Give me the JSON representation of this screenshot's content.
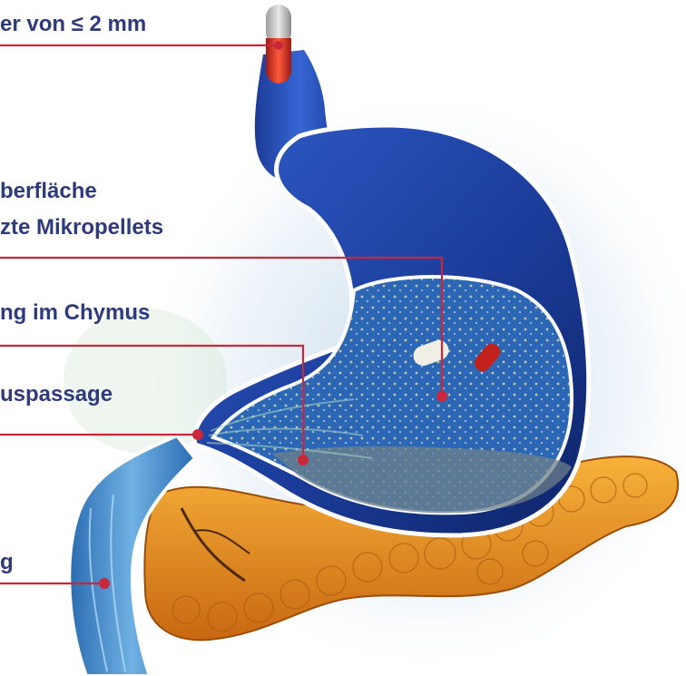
{
  "labels": {
    "capsule": "er von ≤ 2 mm",
    "surface_line1": "berfläche",
    "surface_line2": "zte Mikropellets",
    "chyme": "ng im Chymus",
    "pylorus": "uspassage",
    "duodenum": "g"
  },
  "colors": {
    "label_text": "#2e3a7c",
    "leader_line": "#c8283a",
    "stomach": "#1f3f9c",
    "pancreas": "#e07f14",
    "duodenum": "#3b7fc2"
  }
}
